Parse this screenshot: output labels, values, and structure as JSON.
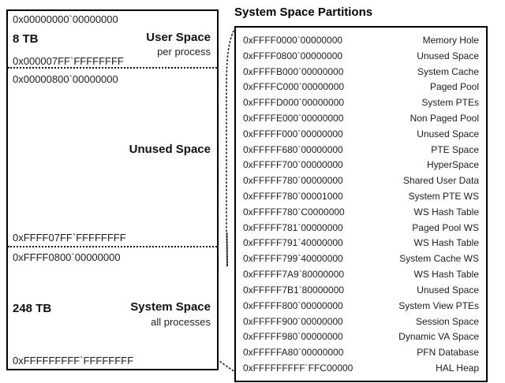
{
  "diagram": {
    "left_panel": {
      "top_address": "0x00000000`00000000",
      "user_space": {
        "size": "8 TB",
        "name": "User Space",
        "note": "per process",
        "end_address": "0x000007FF`FFFFFFFF"
      },
      "unused_space": {
        "start_address": "0x00000800`00000000",
        "name": "Unused Space",
        "end_address": "0xFFFF07FF`FFFFFFFF"
      },
      "system_space": {
        "start_address": "0xFFFF0800`00000000",
        "size": "248 TB",
        "name": "System Space",
        "note": "all processes",
        "end_address": "0xFFFFFFFFF`FFFFFFFF"
      }
    },
    "right_panel": {
      "title": "System Space Partitions",
      "partitions": [
        {
          "address": "0xFFFF0000`00000000",
          "label": "Memory Hole"
        },
        {
          "address": "0xFFFF0800`00000000",
          "label": "Unused Space"
        },
        {
          "address": "0xFFFFB000`00000000",
          "label": "System Cache"
        },
        {
          "address": "0xFFFFC000`00000000",
          "label": "Paged Pool"
        },
        {
          "address": "0xFFFFD000`00000000",
          "label": "System PTEs"
        },
        {
          "address": "0xFFFFE000`00000000",
          "label": "Non Paged Pool"
        },
        {
          "address": "0xFFFFF000`00000000",
          "label": "Unused Space"
        },
        {
          "address": "0xFFFFF680`00000000",
          "label": "PTE Space"
        },
        {
          "address": "0xFFFFF700`00000000",
          "label": "HyperSpace"
        },
        {
          "address": "0xFFFFF780`00000000",
          "label": "Shared User Data"
        },
        {
          "address": "0xFFFFF780`00001000",
          "label": "System PTE WS"
        },
        {
          "address": "0xFFFFF780`C0000000",
          "label": "WS Hash Table"
        },
        {
          "address": "0xFFFFF781`00000000",
          "label": "Paged Pool WS"
        },
        {
          "address": "0xFFFFF791`40000000",
          "label": "WS Hash Table"
        },
        {
          "address": "0xFFFFF799`40000000",
          "label": "System Cache WS"
        },
        {
          "address": "0xFFFFF7A9`80000000",
          "label": "WS Hash Table"
        },
        {
          "address": "0xFFFFF7B1`80000000",
          "label": "Unused Space"
        },
        {
          "address": "0xFFFFF800`00000000",
          "label": "System View PTEs"
        },
        {
          "address": "0xFFFFF900`00000000",
          "label": "Session Space"
        },
        {
          "address": "0xFFFFF980`00000000",
          "label": "Dynamic VA Space"
        },
        {
          "address": "0xFFFFFA80`00000000",
          "label": "PFN Database"
        },
        {
          "address": "0xFFFFFFFFF`FFC00000",
          "label": "HAL Heap"
        }
      ]
    },
    "colors": {
      "border": "#000000",
      "text": "#1a1a1a",
      "background": "#ffffff"
    }
  }
}
